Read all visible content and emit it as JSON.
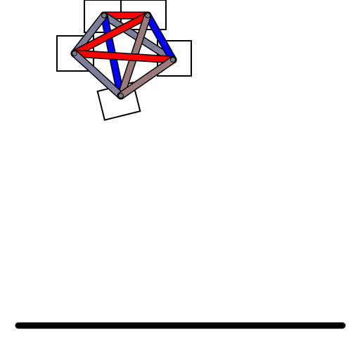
{
  "scene": {
    "background": "#ffffff",
    "ground_color": "#000000",
    "box_fill": "#ffffff",
    "box_stroke": "#000000",
    "joint_fill": "#7a7a86",
    "link_outline": "#000000"
  },
  "palette": {
    "red": "#ff0000",
    "blue": "#0000ff",
    "gray_blue": "#7e7e98",
    "brown": "#9a7a7a"
  },
  "bodies": [
    {
      "name": "box-top-left"
    },
    {
      "name": "box-top-right"
    },
    {
      "name": "box-left"
    },
    {
      "name": "box-right"
    },
    {
      "name": "box-bottom"
    }
  ],
  "joints": [
    {
      "name": "node-top-left"
    },
    {
      "name": "node-top-right"
    },
    {
      "name": "node-left"
    },
    {
      "name": "node-right"
    },
    {
      "name": "node-bottom"
    }
  ],
  "links": [
    {
      "name": "link-top-left-to-top-right",
      "color": "red"
    },
    {
      "name": "link-top-left-to-right",
      "color": "gray_blue"
    },
    {
      "name": "link-top-left-to-bottom",
      "color": "blue"
    },
    {
      "name": "link-top-left-to-left",
      "color": "gray_blue"
    },
    {
      "name": "link-top-right-to-left",
      "color": "red"
    },
    {
      "name": "link-top-right-to-right",
      "color": "blue"
    },
    {
      "name": "link-top-right-to-bottom",
      "color": "brown"
    },
    {
      "name": "link-left-to-right",
      "color": "red"
    },
    {
      "name": "link-left-to-bottom",
      "color": "gray_blue"
    },
    {
      "name": "link-right-to-bottom",
      "color": "brown"
    }
  ]
}
